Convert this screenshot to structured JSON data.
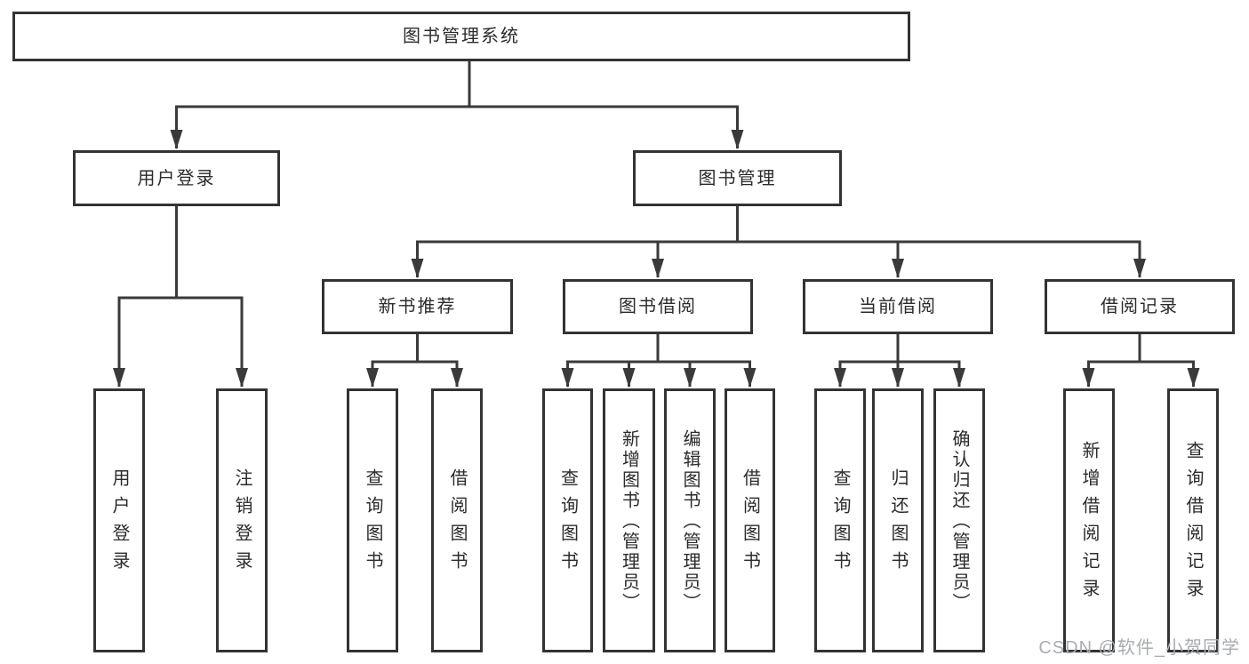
{
  "diagram": {
    "tree": {
      "root": {
        "label": "图书管理系统"
      },
      "branches": [
        {
          "label": "用户登录",
          "children": [
            {
              "label": "用户登录"
            },
            {
              "label": "注销登录"
            }
          ]
        },
        {
          "label": "图书管理",
          "children": [
            {
              "label": "新书推荐",
              "children": [
                {
                  "label": "查询图书"
                },
                {
                  "label": "借阅图书"
                }
              ]
            },
            {
              "label": "图书借阅",
              "children": [
                {
                  "label": "查询图书"
                },
                {
                  "label": "新增图书（管理员）"
                },
                {
                  "label": "编辑图书（管理员）"
                },
                {
                  "label": "借阅图书"
                }
              ]
            },
            {
              "label": "当前借阅",
              "children": [
                {
                  "label": "查询图书"
                },
                {
                  "label": "归还图书"
                },
                {
                  "label": "确认归还（管理员）"
                }
              ]
            },
            {
              "label": "借阅记录",
              "children": [
                {
                  "label": "新增借阅记录"
                },
                {
                  "label": "查询借阅记录"
                }
              ]
            }
          ]
        }
      ]
    },
    "colors": {
      "line": "#3a3a3a",
      "box_border": "#333333",
      "text": "#2b2b2b",
      "watermark": "#a9acb0",
      "background": "#ffffff"
    }
  },
  "watermark": {
    "text": "CSDN @软件_小贺同学"
  }
}
